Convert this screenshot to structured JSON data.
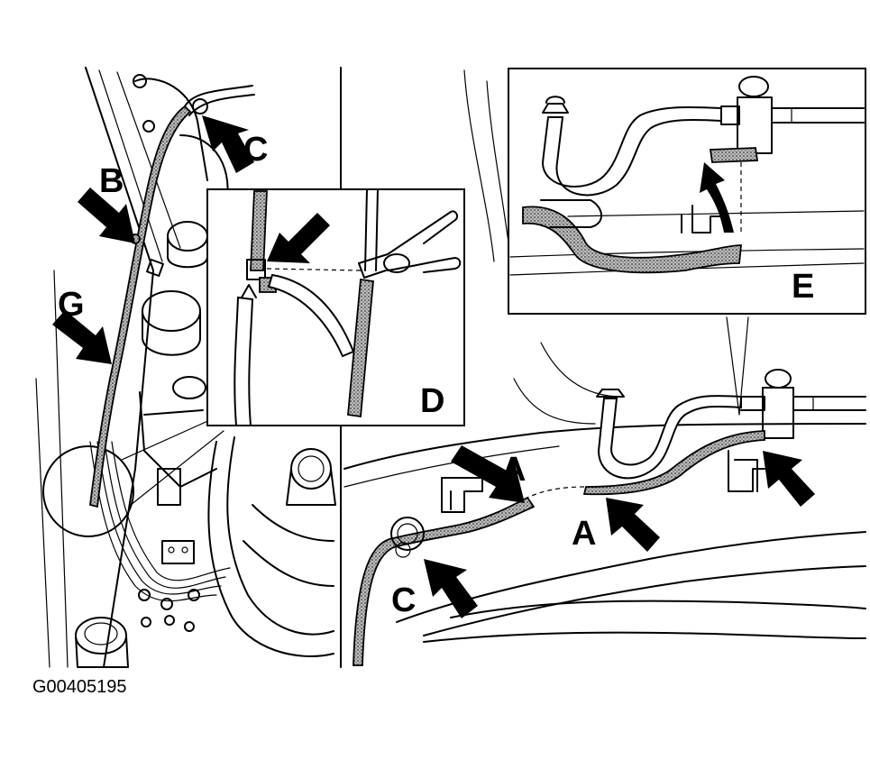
{
  "figure": {
    "caption": "G00405195",
    "callouts": {
      "a1": "A",
      "a2": "A",
      "b": "B",
      "c1": "C",
      "c2": "C",
      "d": "D",
      "e": "E",
      "g": "G"
    }
  }
}
